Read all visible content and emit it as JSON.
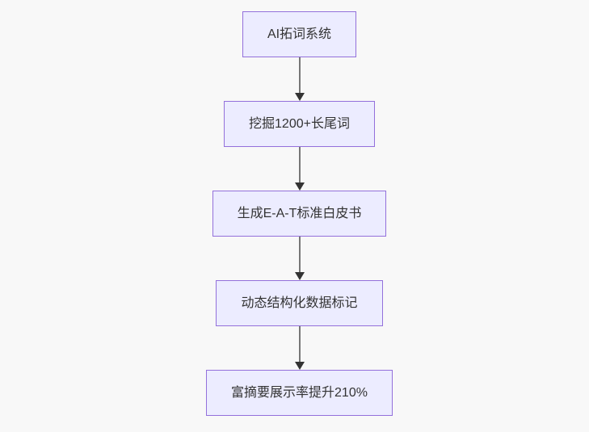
{
  "diagram": {
    "type": "flowchart",
    "direction": "top-down",
    "nodes": [
      {
        "id": "A",
        "label": "AI拓词系统"
      },
      {
        "id": "B",
        "label": "挖掘1200+长尾词"
      },
      {
        "id": "C",
        "label": "生成E-A-T标准白皮书"
      },
      {
        "id": "D",
        "label": "动态结构化数据标记"
      },
      {
        "id": "E",
        "label": "富摘要展示率提升210%"
      }
    ],
    "edges": [
      {
        "from": "A",
        "to": "B",
        "arrow": "down"
      },
      {
        "from": "B",
        "to": "C",
        "arrow": "down"
      },
      {
        "from": "C",
        "to": "D",
        "arrow": "down"
      },
      {
        "from": "D",
        "to": "E",
        "arrow": "down"
      }
    ],
    "colors": {
      "canvas_background": "#f8f8f8",
      "node_fill": "#ececff",
      "node_border": "#9370db",
      "text": "#333333",
      "edge_line": "#777777",
      "edge_arrowhead": "#333333"
    }
  }
}
